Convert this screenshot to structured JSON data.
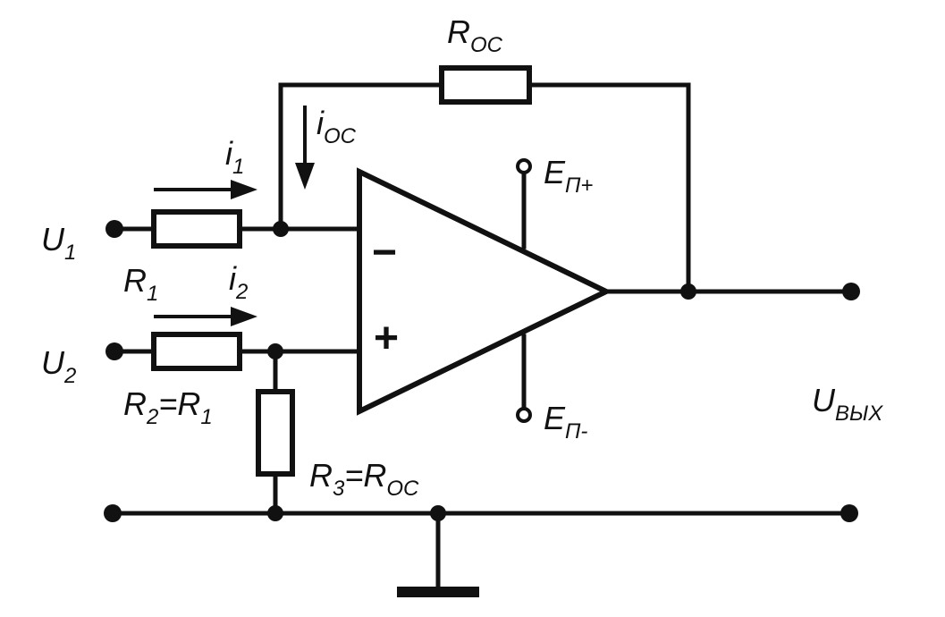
{
  "labels": {
    "u1": {
      "main": "U",
      "sub": "1"
    },
    "u2": {
      "main": "U",
      "sub": "2"
    },
    "r1": {
      "main": "R",
      "sub": "1"
    },
    "r2": {
      "main": "R",
      "sub": "2",
      "eq": "=R",
      "eq_sub": "1"
    },
    "r3": {
      "main": "R",
      "sub": "3",
      "eq": "=R",
      "eq_sub": "OC"
    },
    "roc": {
      "main": "R",
      "sub": "OC"
    },
    "i1": {
      "main": "i",
      "sub": "1"
    },
    "i2": {
      "main": "i",
      "sub": "2"
    },
    "ioc": {
      "main": "i",
      "sub": "OC"
    },
    "ep_plus": {
      "main": "E",
      "sub": "П+"
    },
    "ep_minus": {
      "main": "E",
      "sub": "П-"
    },
    "uout": {
      "main": "U",
      "sub": "ВЫХ"
    }
  },
  "opamp": {
    "inverting_sign": "−",
    "noninverting_sign": "+"
  }
}
